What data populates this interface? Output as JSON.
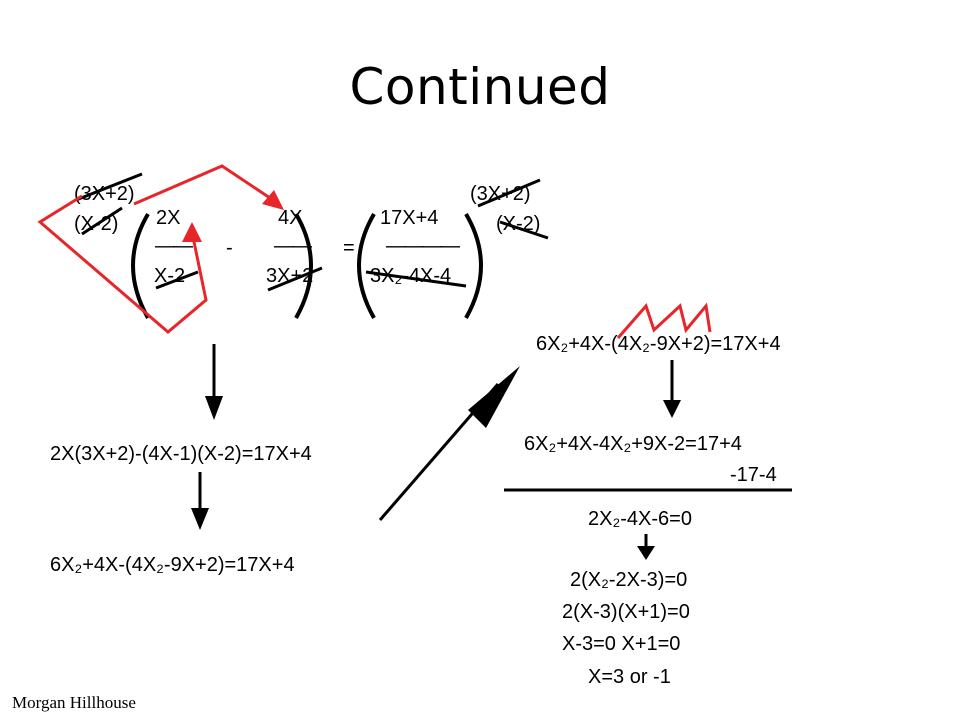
{
  "slide": {
    "title": "Continued",
    "author": "Morgan Hillhouse"
  },
  "equation": {
    "lcd_left_top": "(3X+2)",
    "lcd_left_bottom": "(X-2)",
    "lcd_right_top": "(3X+2)",
    "lcd_right_bottom": "(X-2)",
    "frac1_num": "2X",
    "frac1_bar": "——",
    "frac1_den": "X-2",
    "minus": "-",
    "frac2_num": "4X",
    "frac2_bar": "——",
    "frac2_den": "3X+2",
    "equals": "=",
    "frac3_num": "17X+4",
    "frac3_bar": "————",
    "frac3_den": "3X₂-4X-4"
  },
  "left_steps": {
    "step1": "2X(3X+2)-(4X-1)(X-2)=17X+4",
    "step2": "6X₂+4X-(4X₂-9X+2)=17X+4"
  },
  "right_steps": {
    "step1": "6X₂+4X-(4X₂-9X+2)=17X+4",
    "step2": "6X₂+4X-4X₂+9X-2=17+4",
    "subtract": "-17-4",
    "step3": "2X₂-4X-6=0",
    "step4": "2(X₂-2X-3)=0",
    "step5": "2(X-3)(X+1)=0",
    "step6": "X-3=0   X+1=0",
    "step7": "X=3 or -1"
  },
  "colors": {
    "ink": "#000000",
    "annotation_red": "#e8262a"
  }
}
